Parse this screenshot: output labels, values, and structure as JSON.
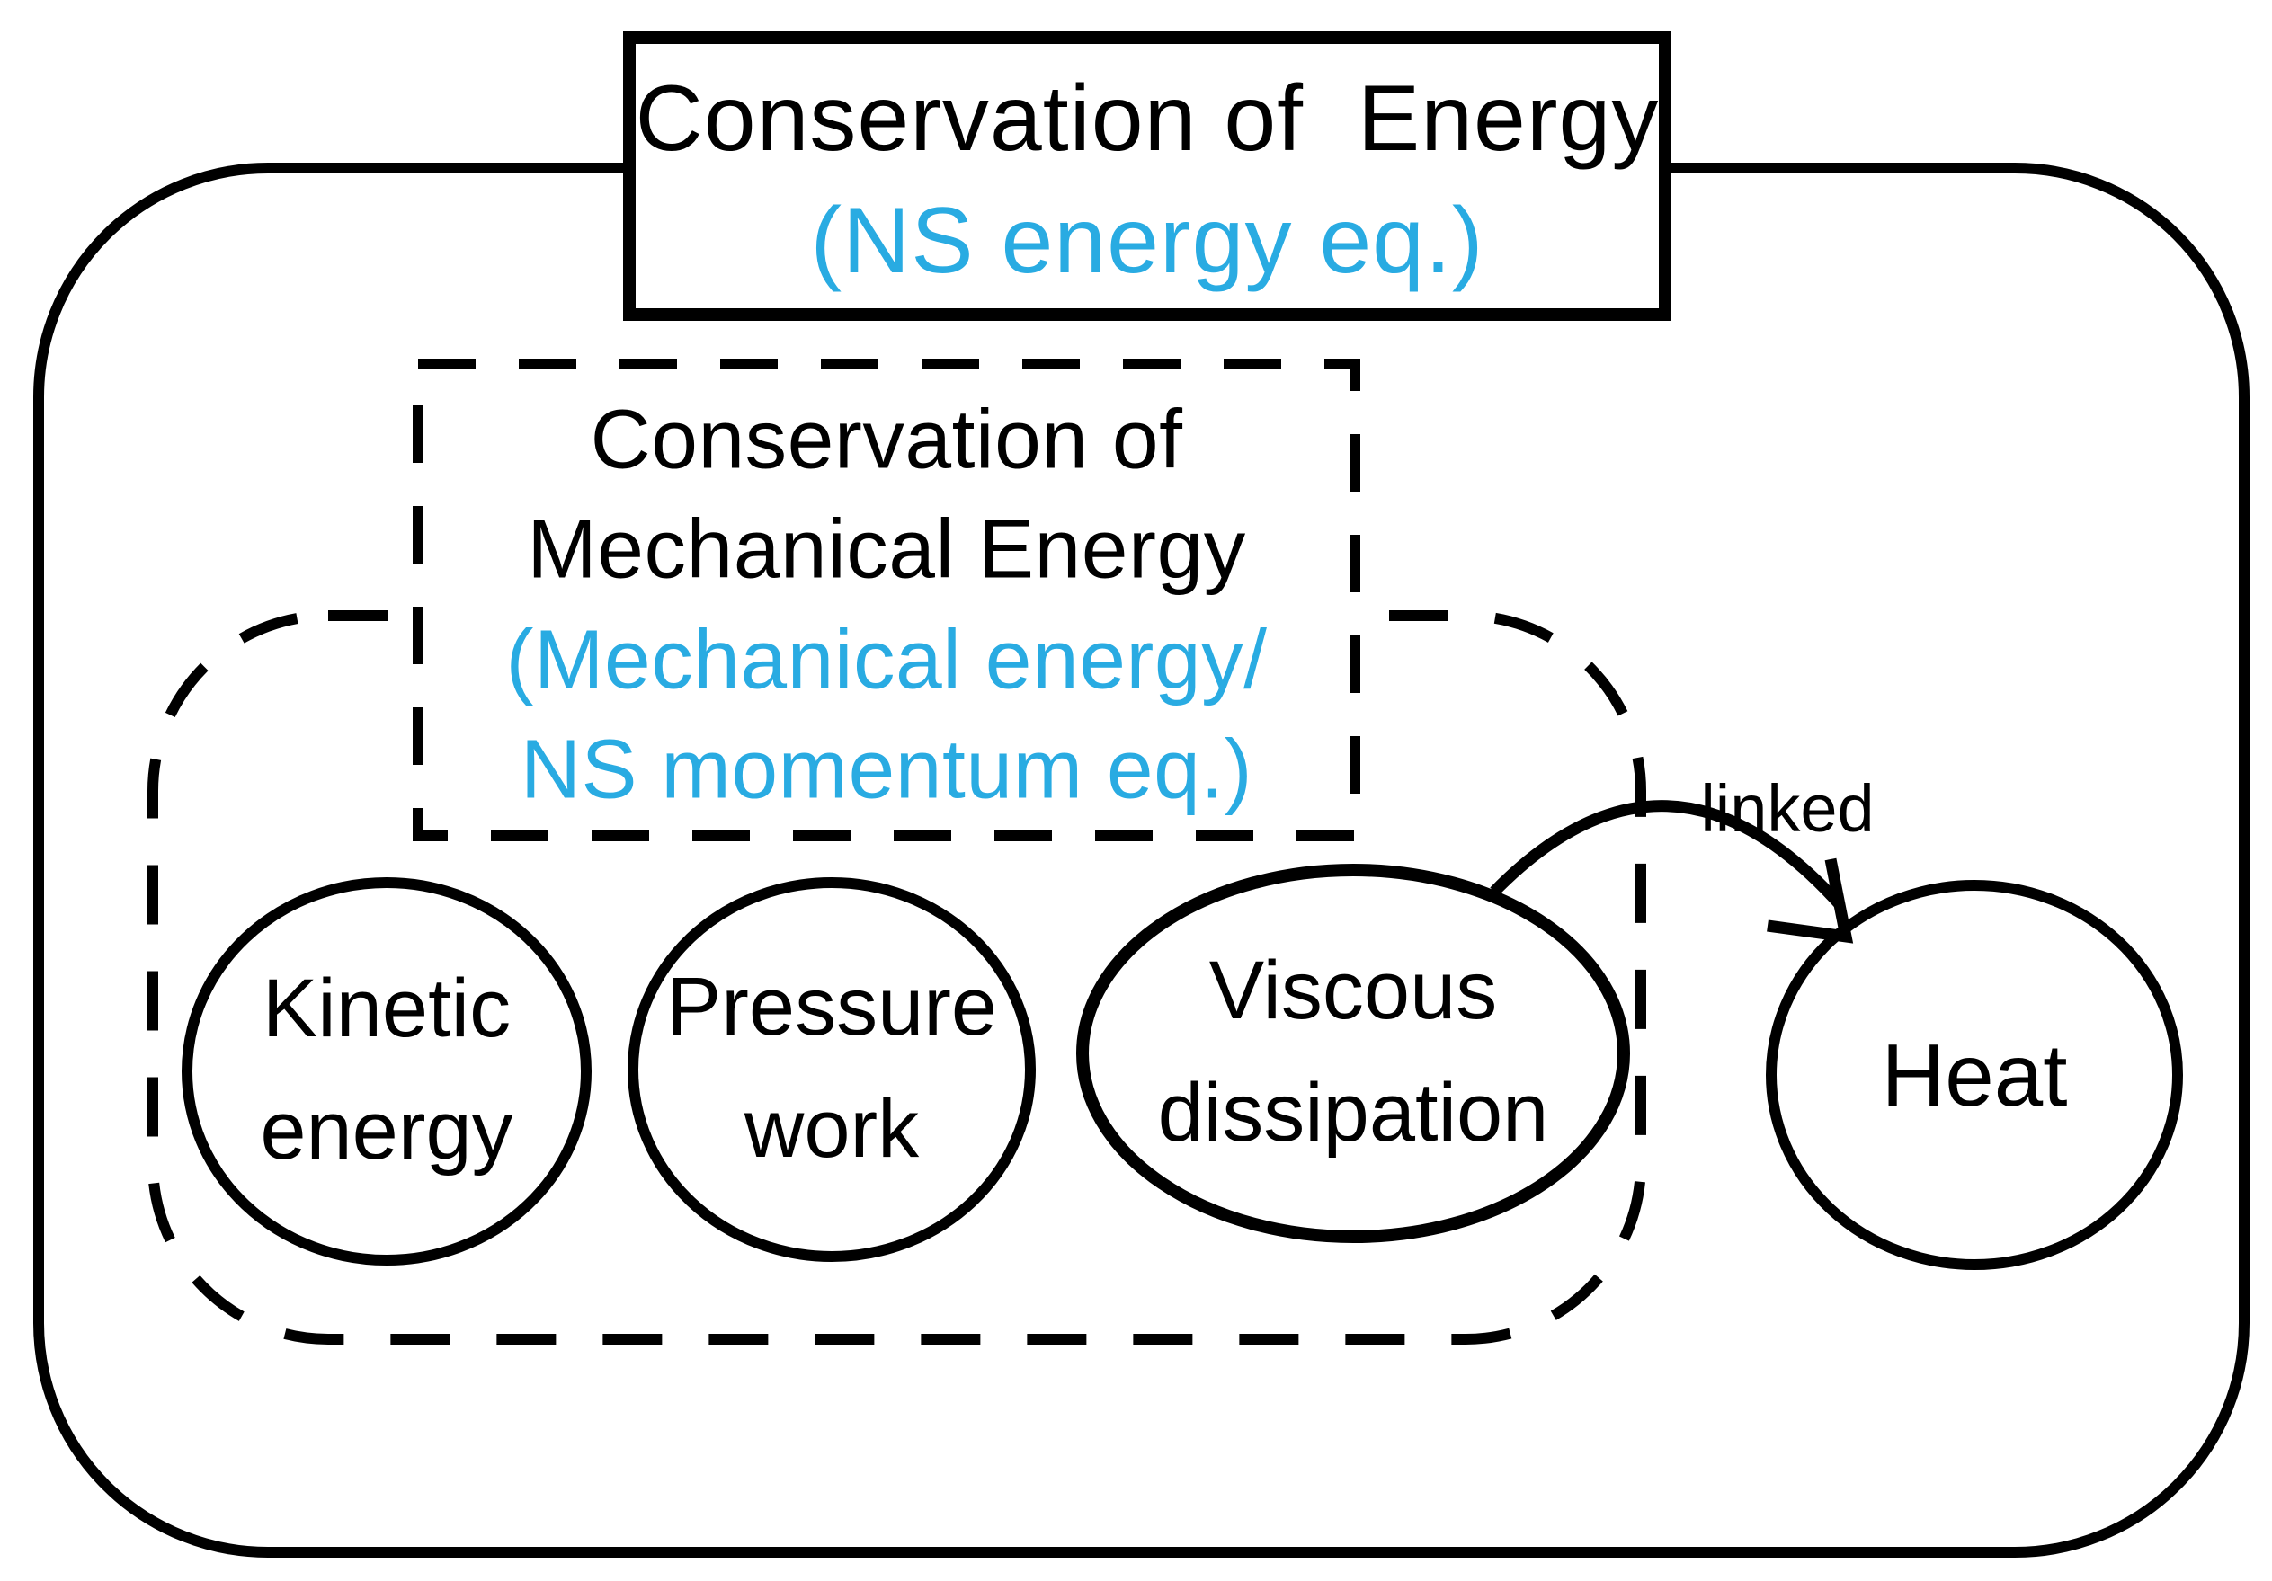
{
  "palette": {
    "ink": "#000000",
    "accent_blue": "#29ABE2",
    "background": "#ffffff"
  },
  "title_box": {
    "line1": "Conservation of  Energy",
    "line2": "(NS energy eq.)"
  },
  "mechanical_box": {
    "line1": "Conservation of",
    "line2": "Mechanical Energy",
    "line3": "(Mechanical energy/",
    "line4": "NS momentum eq.)"
  },
  "nodes": {
    "kinetic": {
      "line1": "Kinetic",
      "line2": "energy"
    },
    "pressure": {
      "line1": "Pressure",
      "line2": "work"
    },
    "viscous": {
      "line1": "Viscous",
      "line2": "dissipation"
    },
    "heat": {
      "label": "Heat"
    }
  },
  "arrow": {
    "label": "linked"
  }
}
